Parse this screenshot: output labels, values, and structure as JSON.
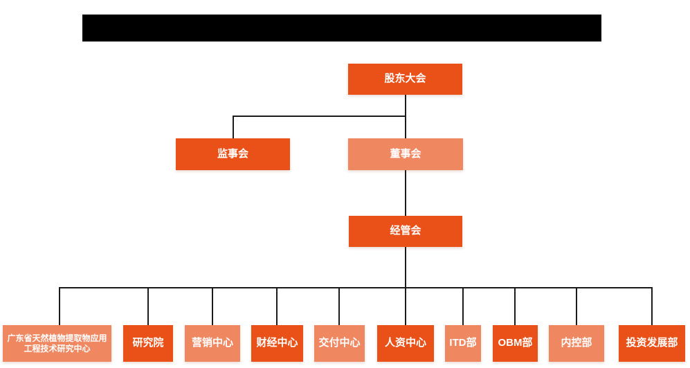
{
  "colors": {
    "primary": "#E95118",
    "secondary": "#EF8760",
    "line": "#1a1a1a",
    "redacted": "#000000",
    "text": "#FFFFFF",
    "background": "#FFFFFF"
  },
  "chart": {
    "type": "org-chart",
    "levels": 4
  },
  "nodes": {
    "shareholders": {
      "label": "股东大会",
      "tone": "primary",
      "level": 1
    },
    "supervisors": {
      "label": "监事会",
      "tone": "primary",
      "level": 2
    },
    "directors": {
      "label": "董事会",
      "tone": "secondary",
      "level": 2
    },
    "management": {
      "label": "经管会",
      "tone": "primary",
      "level": 3
    },
    "research_center": {
      "label": "广东省天然植物提取物应用工程技术研究中心",
      "tone": "secondary",
      "level": 4
    },
    "research_institute": {
      "label": "研究院",
      "tone": "primary",
      "level": 4
    },
    "marketing_center": {
      "label": "营销中心",
      "tone": "secondary",
      "level": 4
    },
    "finance_center": {
      "label": "财经中心",
      "tone": "primary",
      "level": 4
    },
    "delivery_center": {
      "label": "交付中心",
      "tone": "secondary",
      "level": 4
    },
    "hr_center": {
      "label": "人资中心",
      "tone": "primary",
      "level": 4
    },
    "itd_dept": {
      "label": "ITD部",
      "tone": "secondary",
      "level": 4
    },
    "obm_dept": {
      "label": "OBM部",
      "tone": "primary",
      "level": 4
    },
    "internal_control_dept": {
      "label": "内控部",
      "tone": "secondary",
      "level": 4
    },
    "investment_dev_dept": {
      "label": "投资发展部",
      "tone": "primary",
      "level": 4
    }
  }
}
